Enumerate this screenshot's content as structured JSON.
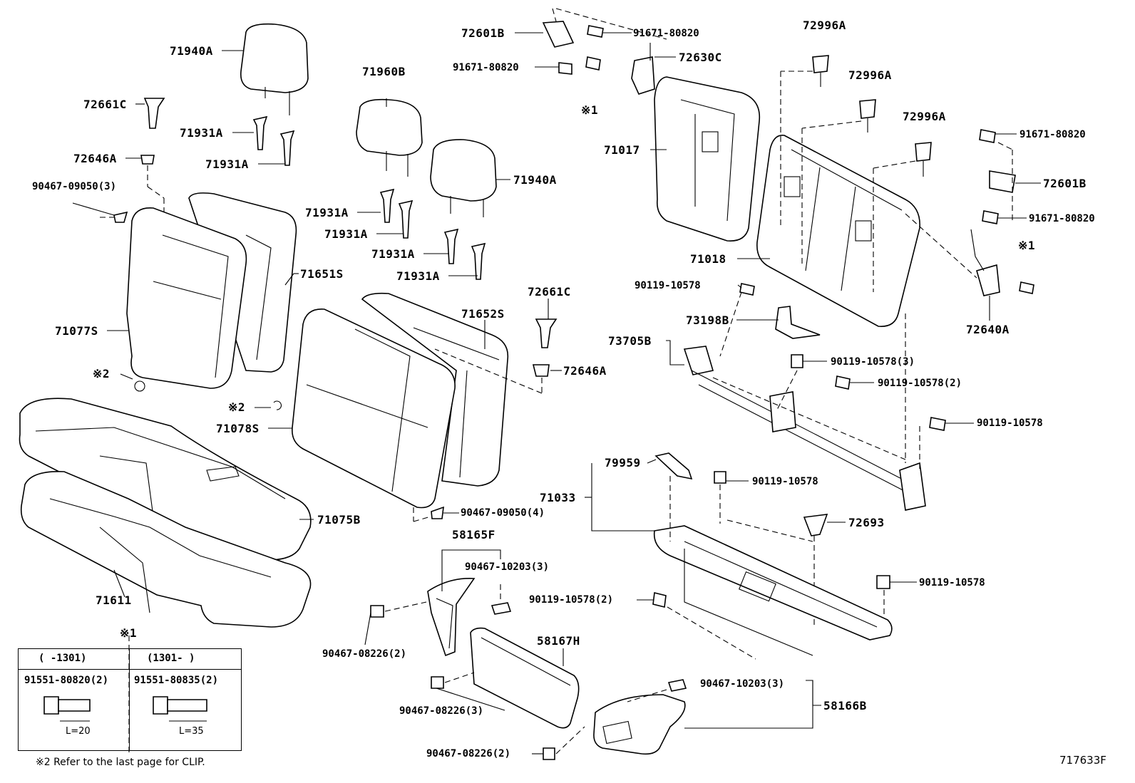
{
  "parts": {
    "p71940A_top": "71940A",
    "p72661C_left": "72661C",
    "p71931A_1": "71931A",
    "p72646A_left": "72646A",
    "p71931A_2": "71931A",
    "p90467_09050_3": "90467-09050(3)",
    "p71960B": "71960B",
    "p71940A_mid": "71940A",
    "p71931A_3": "71931A",
    "p71931A_4": "71931A",
    "p71931A_5": "71931A",
    "p71931A_6": "71931A",
    "p71651S": "71651S",
    "p71077S": "71077S",
    "p72661C_mid": "72661C",
    "p71652S": "71652S",
    "p72646A_mid": "72646A",
    "p_ref2_left": "※2",
    "p_ref2_mid": "※2",
    "p71078S": "71078S",
    "p71075B": "71075B",
    "p90467_09050_4": "90467-09050(4)",
    "p71611": "71611",
    "p72601B_top": "72601B",
    "p91671_80820_a": "91671-80820",
    "p91671_80820_b": "91671-80820",
    "p72630C": "72630C",
    "p_ref1_top": "※1",
    "p71017": "71017",
    "p72996A_1": "72996A",
    "p72996A_2": "72996A",
    "p72996A_3": "72996A",
    "p91671_80820_c": "91671-80820",
    "p72601B_right": "72601B",
    "p91671_80820_d": "91671-80820",
    "p_ref1_right": "※1",
    "p71018": "71018",
    "p72640A": "72640A",
    "p90119_10578_a": "90119-10578",
    "p73198B": "73198B",
    "p73705B": "73705B",
    "p90119_10578_3": "90119-10578(3)",
    "p90119_10578_2a": "90119-10578(2)",
    "p90119_10578_b": "90119-10578",
    "p79959": "79959",
    "p71033": "71033",
    "p90119_10578_c": "90119-10578",
    "p72693": "72693",
    "p58165F": "58165F",
    "p90467_10203_3a": "90467-10203(3)",
    "p90119_10578_2b": "90119-10578(2)",
    "p90119_10578_d": "90119-10578",
    "p90467_08226_2a": "90467-08226(2)",
    "p58167H": "58167H",
    "p90467_08226_3": "90467-08226(3)",
    "p90467_10203_3b": "90467-10203(3)",
    "p58166B": "58166B",
    "p90467_08226_2b": "90467-08226(2)"
  },
  "table": {
    "ref_mark": "※1",
    "col1_header": "(    -1301)",
    "col2_header": "(1301-     )",
    "col1_part": "91551-80820(2)",
    "col2_part": "91551-80835(2)",
    "col1_length": "L=20",
    "col2_length": "L=35"
  },
  "footnote": "※2  Refer to the last page for CLIP.",
  "figure_code": "717633F"
}
